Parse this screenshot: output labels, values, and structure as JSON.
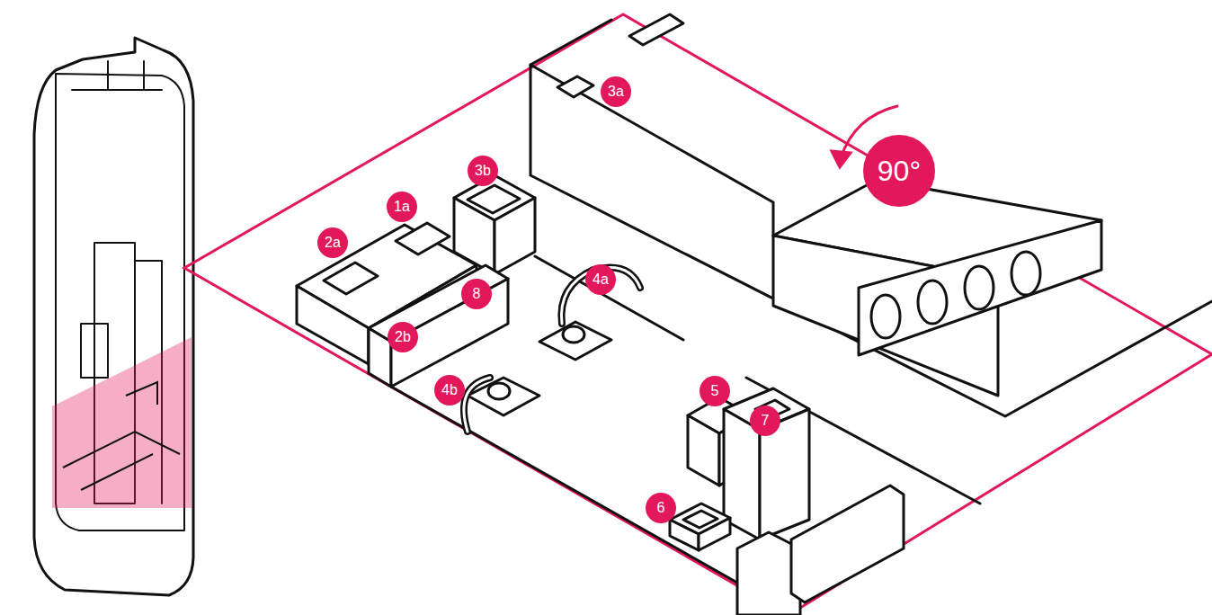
{
  "diagram": {
    "labels": [
      "3a",
      "90°",
      "3b",
      "1a",
      "2a",
      "8",
      "4a",
      "2b",
      "4b",
      "5",
      "7",
      "6"
    ]
  }
}
